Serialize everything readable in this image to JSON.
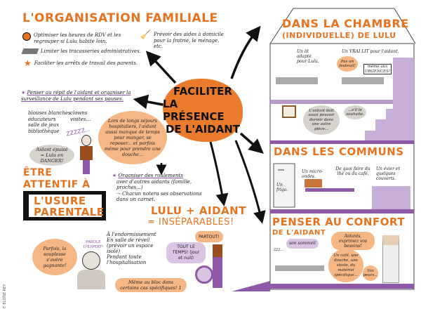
{
  "center": {
    "lines": [
      "FACILITER",
      "LA PRÉSENCE",
      "DE L'AIDANT"
    ]
  },
  "organisation": {
    "title": "L'ORGANISATION FAMILIALE",
    "items": [
      {
        "icon": "clock-icon",
        "text": "Optimiser les heures de RDV et les regrouper si Lulu habite loin."
      },
      {
        "icon": "papers-icon",
        "text": "Limiter les tracasseries administratives."
      },
      {
        "icon": "star-icon",
        "text": "Faciliter les arrêts de travail des parents."
      },
      {
        "icon": "broom-icon",
        "text": "Prévoir des aides à domicile pour la fratrie, le ménage, etc."
      }
    ]
  },
  "repit": {
    "text": "Penser au répit de l'aidant et organiser la surveillance de Lulu pendant ses pauses.",
    "col1": [
      "blouses blanches",
      "éducateurs",
      "salle de jeux",
      "bibliothèque"
    ],
    "col2": [
      "clowns",
      "visites..."
    ],
    "bubble": "Lors de longs séjours hospitaliers, l'aidant aussi manque de temps pour manger, se reposer... et parfois même pour prendre une douche...",
    "snore": "ZZZZZ...",
    "danger": "Aidant épuisé = Lulu en DANGER!"
  },
  "usure": {
    "line1": "ÊTRE",
    "line2": "ATTENTIF À",
    "box1": "L'USURE",
    "box2": "PARENTALE"
  },
  "roulements": {
    "title": "Organiser des roulements",
    "text": "avec d'autres aidants (famille, proches...)",
    "note": "Chacun notera ses observations dans un carnet."
  },
  "inseparables": {
    "line1": "LULU + AIDANT",
    "line2": "= INSÉPARABLES!",
    "list": [
      "À l'endormissement",
      "En salle de réveil (prévoir un espace isolé)",
      "Pendant toute l'hospitalisation"
    ],
    "bubble_time": "TOUT LE TEMPS! (jour et nuit)",
    "partout": "PARTOUT!",
    "bloc": "Même au bloc dans certains cas spécifiques! 1",
    "expert_label": "PAROLE D'EXPERT!",
    "expert_bubble": "Parfois, la souplesse s'avère gagnante!"
  },
  "chambre": {
    "title1": "DANS LA CHAMBRE",
    "title2": "(INDIVIDUELLE) DE LULU",
    "lit_lulu": "Un lit adapté pour Lulu.",
    "lit_aidant": "Un VRAI LIT pour l'aidant.",
    "fauteuil": "Pas un fauteuil!",
    "urgences": "même aux URGENCES!",
    "autre_piece": "L'aidant doit aussi pouvoir dormir dans une autre pièce...",
    "souhaite": "...s'il le souhaite."
  },
  "communs": {
    "title": "DANS LES COMMUNS",
    "frigo": "Un frigo.",
    "micro": "Un micro-ondes.",
    "the": "De quoi faire du thé ou du café.",
    "evier": "Un évier et quelques couverts.",
    "freezer": "***"
  },
  "confort": {
    "title1": "PENSER AU CONFORT",
    "title2": "DE L'AIDANT",
    "sommeil": "son sommeil",
    "besoins": "Aidants, exprimez vos besoins!",
    "cafe": "Un café, une douche, une sieste, du matériel spécifique...",
    "vos": "Vos peurs...",
    "snore": "zzz..."
  },
  "credit": "© ELOÏSE REY",
  "colors": {
    "orange": "#e8731f",
    "purple": "#8e5aa8",
    "lilac": "#d9c4e4",
    "peach": "#f6b784"
  }
}
